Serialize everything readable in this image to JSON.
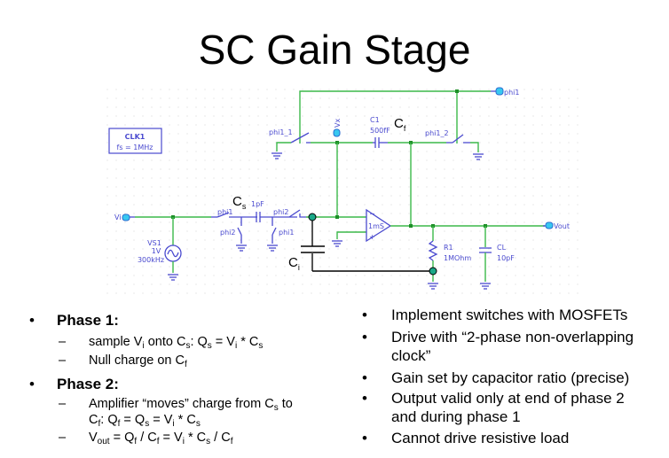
{
  "title": "SC Gain Stage",
  "schematic": {
    "clock_box": {
      "name": "CLK1",
      "param": "fs = 1MHz"
    },
    "source": {
      "name": "VS1",
      "amplitude": "1V",
      "frequency": "300kHz"
    },
    "ports": {
      "input": "Vi",
      "output": "Vout",
      "clock": "phi1",
      "probe": "Vx"
    },
    "switches": {
      "top_left": "phi1_1",
      "top_right": "phi1_2",
      "series_in": "phi1",
      "shunt_left": "phi2",
      "series_out": "phi2",
      "shunt_right": "phi1"
    },
    "c1": {
      "name": "C1",
      "value": "500fF",
      "symbol": "C",
      "symbol_sub": "f"
    },
    "cs": {
      "value": "1pF",
      "symbol": "C",
      "symbol_sub": "s"
    },
    "ci": {
      "symbol": "C",
      "symbol_sub": "i"
    },
    "amp": {
      "label": "1mS",
      "minus": "−",
      "plus": "+"
    },
    "r1": {
      "name": "R1",
      "value": "1MOhm"
    },
    "cl": {
      "name": "CL",
      "value": "10pF"
    }
  },
  "left_bullets": {
    "bullet": "•",
    "dash": "–",
    "phase1": {
      "heading": "Phase 1:",
      "item1": {
        "a": "sample V",
        "a_sub": "i",
        "b": " onto C",
        "b_sub": "s",
        "c": ":  Q",
        "c_sub": "s",
        "d": " = V",
        "d_sub": "i",
        "e": " * C",
        "e_sub": "s"
      },
      "item2": {
        "a": "Null charge on C",
        "a_sub": "f"
      }
    },
    "phase2": {
      "heading": "Phase 2:",
      "item1_line1": {
        "a": "Amplifier “moves” charge from C",
        "a_sub": "s",
        "b": " to"
      },
      "item1_line2": {
        "a": "C",
        "a_sub": "f",
        "b": ": Q",
        "b_sub": "f",
        "c": " = Q",
        "c_sub": "s",
        "d": " = V",
        "d_sub": "i",
        "e": " * C",
        "e_sub": "s"
      },
      "item2": {
        "a": "V",
        "a_sub": "out",
        "b": " = Q",
        "b_sub": "f",
        "c": " / C",
        "c_sub": "f",
        "d": " = V",
        "d_sub": "i",
        "e": " * C",
        "e_sub": "s",
        "f": " / C",
        "f_sub": "f"
      }
    }
  },
  "right_bullets": {
    "bullet": "•",
    "items": [
      "Implement switches with MOSFETs",
      "Drive with “2-phase non-overlapping",
      "clock”",
      "Gain set by capacitor ratio (precise)",
      "Output valid only at end of phase 2",
      "and during phase 1",
      "Cannot drive resistive load"
    ]
  }
}
